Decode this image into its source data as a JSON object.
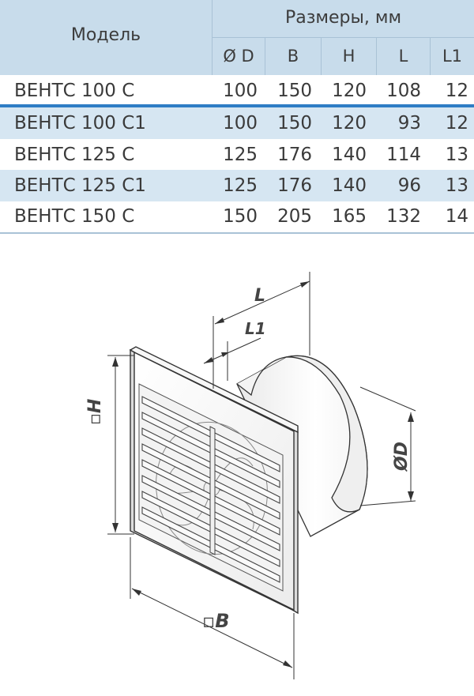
{
  "table": {
    "model_header": "Модель",
    "group_header": "Размеры, мм",
    "columns": [
      "Ø D",
      "B",
      "H",
      "L",
      "L1"
    ],
    "rows": [
      {
        "model": "ВЕНТС 100 С",
        "values": [
          "100",
          "150",
          "120",
          "108",
          "12"
        ]
      },
      {
        "model": "ВЕНТС 100 С1",
        "values": [
          "100",
          "150",
          "120",
          "93",
          "12"
        ]
      },
      {
        "model": "ВЕНТС 125 С",
        "values": [
          "125",
          "176",
          "140",
          "114",
          "13"
        ]
      },
      {
        "model": "ВЕНТС 125 С1",
        "values": [
          "125",
          "176",
          "140",
          "96",
          "13"
        ]
      },
      {
        "model": "ВЕНТС 150 С",
        "values": [
          "150",
          "205",
          "165",
          "132",
          "14"
        ]
      }
    ]
  },
  "drawing": {
    "label_L": "L",
    "label_L1": "L1",
    "label_H": "▫H",
    "label_D": "ØD",
    "label_B": "▫B"
  },
  "colors": {
    "header_bg": "#c8dceb",
    "alt_row_bg": "#d6e6f2",
    "accent_line": "#2f7dc5"
  }
}
